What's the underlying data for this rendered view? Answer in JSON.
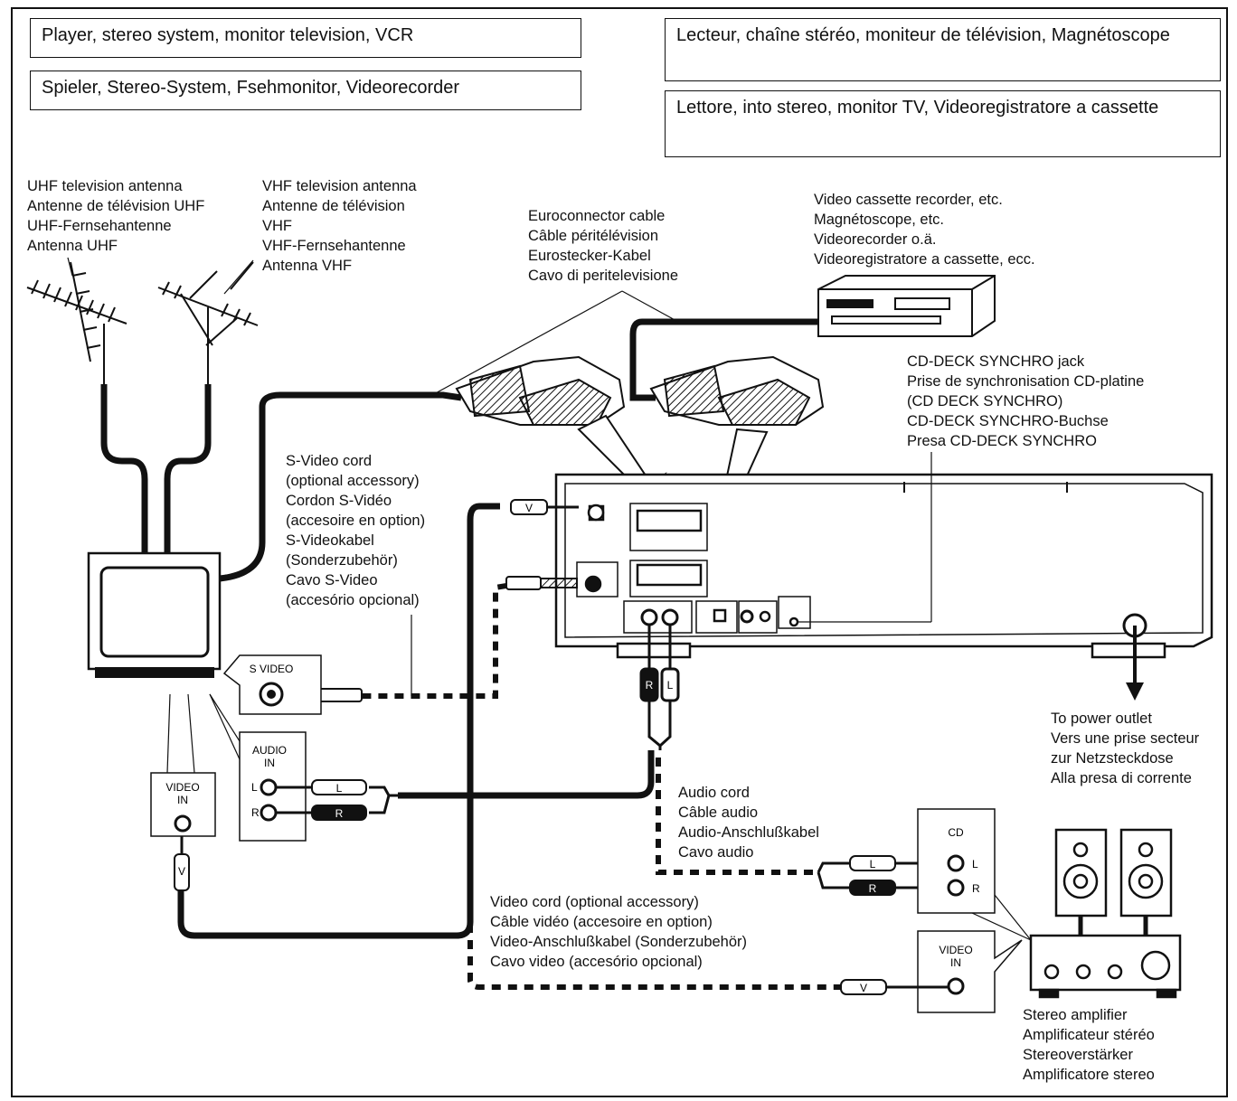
{
  "header_boxes": {
    "en": "Player, stereo system, monitor television, VCR",
    "de": "Spieler, Stereo-System, Fsehmonitor, Videorecorder",
    "fr": "Lecteur, chaîne stéréo, moniteur de télévision, Magnétoscope",
    "it": "Lettore, into stereo, monitor TV, Videoregistratore a cassette"
  },
  "labels": {
    "uhf_antenna": [
      "UHF television antenna",
      "Antenne de télévision UHF",
      "UHF-Fernsehantenne",
      "Antenna UHF"
    ],
    "vhf_antenna": [
      "VHF television antenna",
      "Antenne de télévision",
      "VHF",
      "VHF-Fernsehantenne",
      "Antenna VHF"
    ],
    "euroconnector_cable": [
      "Euroconnector cable",
      "Câble péritélévision",
      "Eurostecker-Kabel",
      "Cavo di peritelevisione"
    ],
    "vcr": [
      "Video cassette recorder, etc.",
      "Magnétoscope, etc.",
      "Videorecorder o.ä.",
      "Videoregistratore a cassette, ecc."
    ],
    "cd_deck_synchro": [
      "CD-DECK SYNCHRO jack",
      "Prise de synchronisation CD-platine",
      "(CD DECK SYNCHRO)",
      "CD-DECK SYNCHRO-Buchse",
      "Presa CD-DECK SYNCHRO"
    ],
    "s_video_cord": [
      "S-Video cord",
      "(optional accessory)",
      "Cordon S-Vidéo",
      "(accesoire en option)",
      "S-Videokabel",
      "(Sonderzubehör)",
      "Cavo S-Video",
      "(accesório opcional)"
    ],
    "power_outlet": [
      "To power outlet",
      "Vers une prise secteur",
      "zur Netzsteckdose",
      "Alla presa di corrente"
    ],
    "audio_cord": [
      "Audio cord",
      "Câble audio",
      "Audio-Anschlußkabel",
      "Cavo audio"
    ],
    "video_cord": [
      "Video cord (optional accessory)",
      "Câble vidéo (accesoire en option)",
      "Video-Anschlußkabel (Sonderzubehör)",
      "Cavo video (accesório opcional)"
    ],
    "stereo_amplifier": [
      "Stereo amplifier",
      "Amplificateur stéréo",
      "Stereoverstärker",
      "Amplificatore stereo"
    ]
  },
  "jack_labels": {
    "s_video": "S VIDEO",
    "audio_in": [
      "AUDIO",
      "IN"
    ],
    "video_in": [
      "VIDEO",
      "IN"
    ],
    "cd": "CD",
    "left": "L",
    "right": "R",
    "plug_v": "V",
    "plug_l": "L",
    "plug_r": "R"
  }
}
